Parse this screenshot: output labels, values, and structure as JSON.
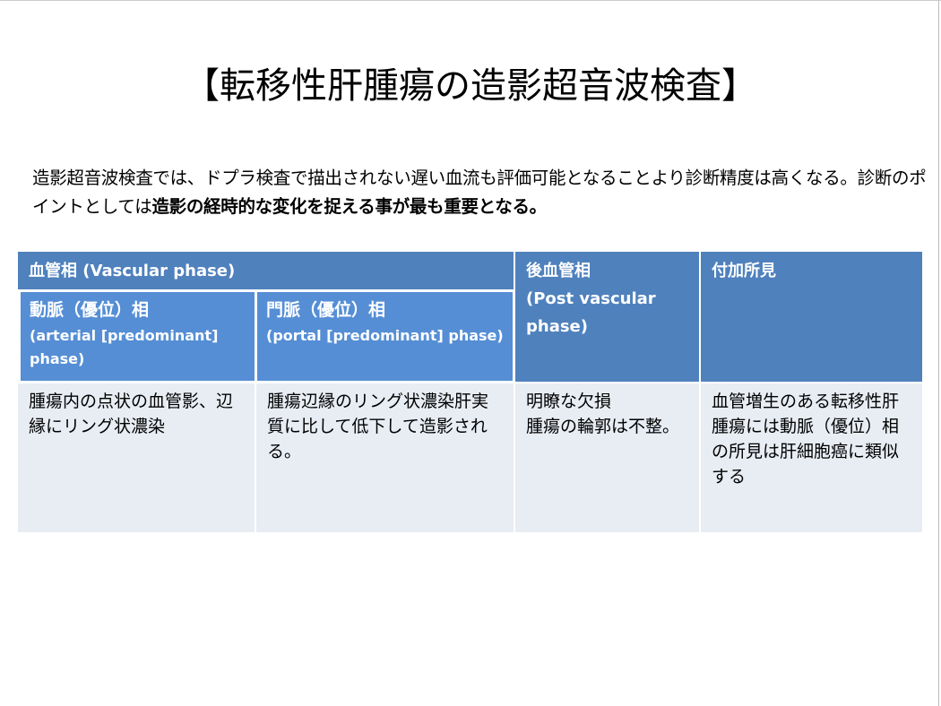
{
  "title": "【転移性肝腫瘍の造影超音波検査】",
  "intro": {
    "text_plain": "造影超音波検査では、ドプラ検査で描出されない遅い血流も評価可能となることより診断精度は高くなる。診断のポイントとしては",
    "text_bold": "造影の経時的な変化を捉える事が最も重要となる。"
  },
  "table": {
    "headers": {
      "vascular": "血管相 (Vascular phase)",
      "arterial_jp": "動脈（優位）相",
      "arterial_en": "(arterial [predominant] phase)",
      "portal_jp": "門脈（優位）相",
      "portal_en": "(portal [predominant] phase)",
      "post_jp": "後血管相",
      "post_en": "(Post vascular phase)",
      "additional": "付加所見"
    },
    "row": {
      "arterial": "腫瘍内の点状の血管影、辺縁にリング状濃染",
      "portal": "腫瘍辺縁のリング状濃染肝実質に比して低下して造影される。",
      "post_line1": "明瞭な欠損",
      "post_line2": "腫瘍の輪郭は不整。",
      "additional": "血管増生のある転移性肝腫瘍には動脈（優位）相の所見は肝細胞癌に類似する"
    }
  }
}
